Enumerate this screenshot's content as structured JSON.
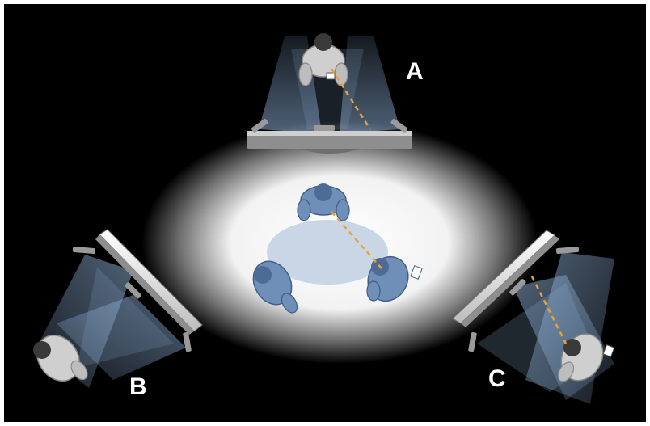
{
  "labels": {
    "a": "A",
    "b": "B",
    "c": "C"
  },
  "colors": {
    "background": "#000000",
    "border": "#ffffff",
    "spotlight": "#ffffff",
    "table": "#c9d6e6",
    "person_remote": "#cfcfcf",
    "person_local": "#6f8fb8",
    "gaze_line": "#f0a030",
    "camera_beam": "#8fb1d8",
    "display": "#9a9a9a",
    "label": "#ffffff"
  },
  "icons": {
    "remote_participant": "person-top-view-icon",
    "local_participant": "person-top-view-icon",
    "camera": "camera-icon",
    "display": "display-screen-icon"
  }
}
